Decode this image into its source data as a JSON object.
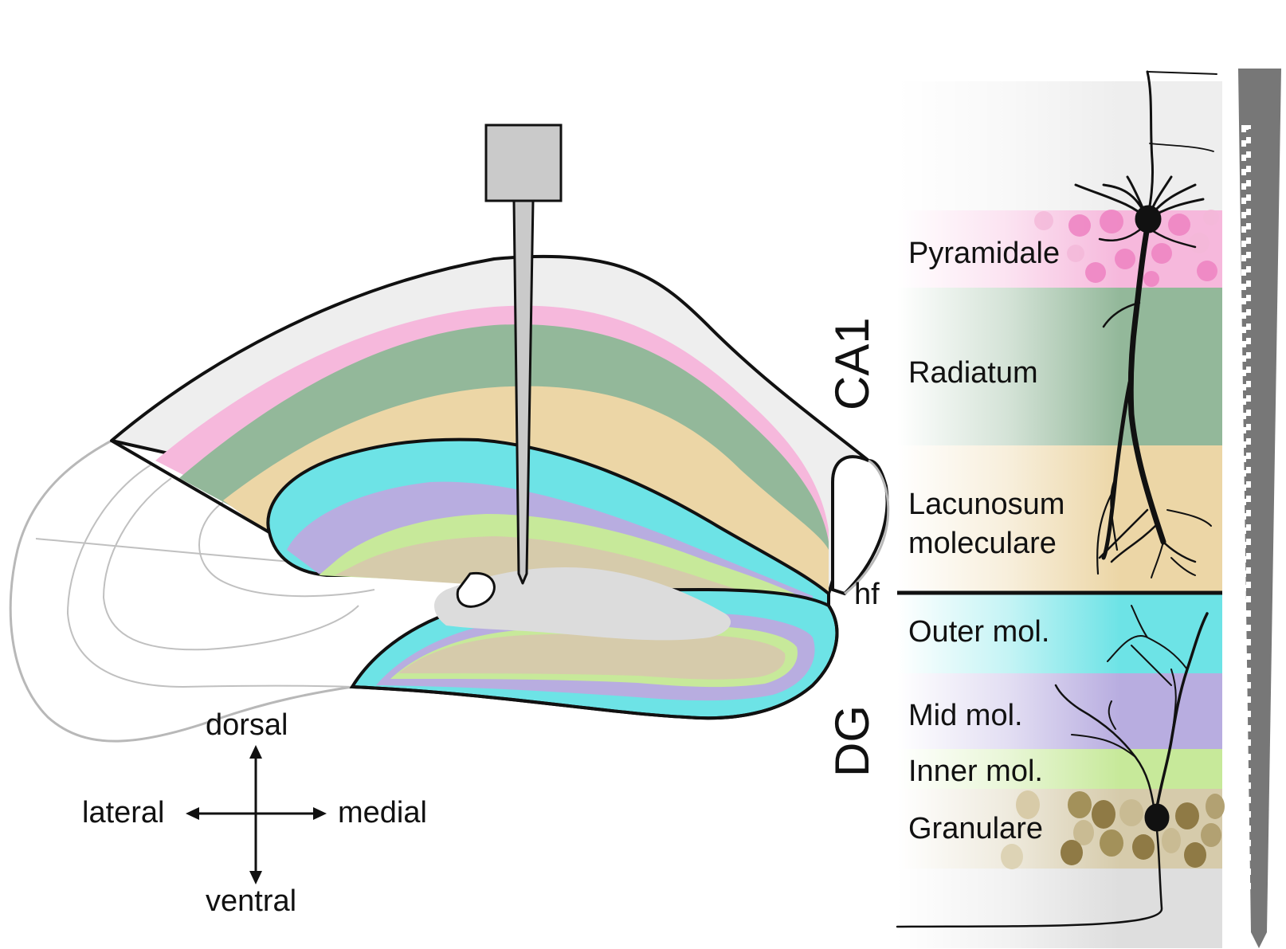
{
  "diagram": {
    "orientation": {
      "dorsal": "dorsal",
      "ventral": "ventral",
      "lateral": "lateral",
      "medial": "medial"
    },
    "regions": {
      "ca1": "CA1",
      "dg": "DG",
      "fissure": "hf"
    },
    "layers": [
      {
        "key": "pyramidale",
        "lines": [
          "Pyramidale"
        ],
        "color": "#f6b8dc"
      },
      {
        "key": "radiatum",
        "lines": [
          "Radiatum"
        ],
        "color": "#93b89a"
      },
      {
        "key": "lacunosum",
        "lines": [
          "Lacunosum",
          "moleculare"
        ],
        "color": "#ecd6a6"
      },
      {
        "key": "outer",
        "lines": [
          "Outer mol."
        ],
        "color": "#6de3e6"
      },
      {
        "key": "mid",
        "lines": [
          "Mid mol."
        ],
        "color": "#b8ade0"
      },
      {
        "key": "inner",
        "lines": [
          "Inner mol."
        ],
        "color": "#c7e99a"
      },
      {
        "key": "granulare",
        "lines": [
          "Granulare"
        ],
        "color": "#d6cbab"
      }
    ],
    "colors": {
      "outline": "#111111",
      "gray_outline": "#b8b8b8",
      "probe": "#cacaca",
      "probe_scale": "#777777"
    }
  }
}
